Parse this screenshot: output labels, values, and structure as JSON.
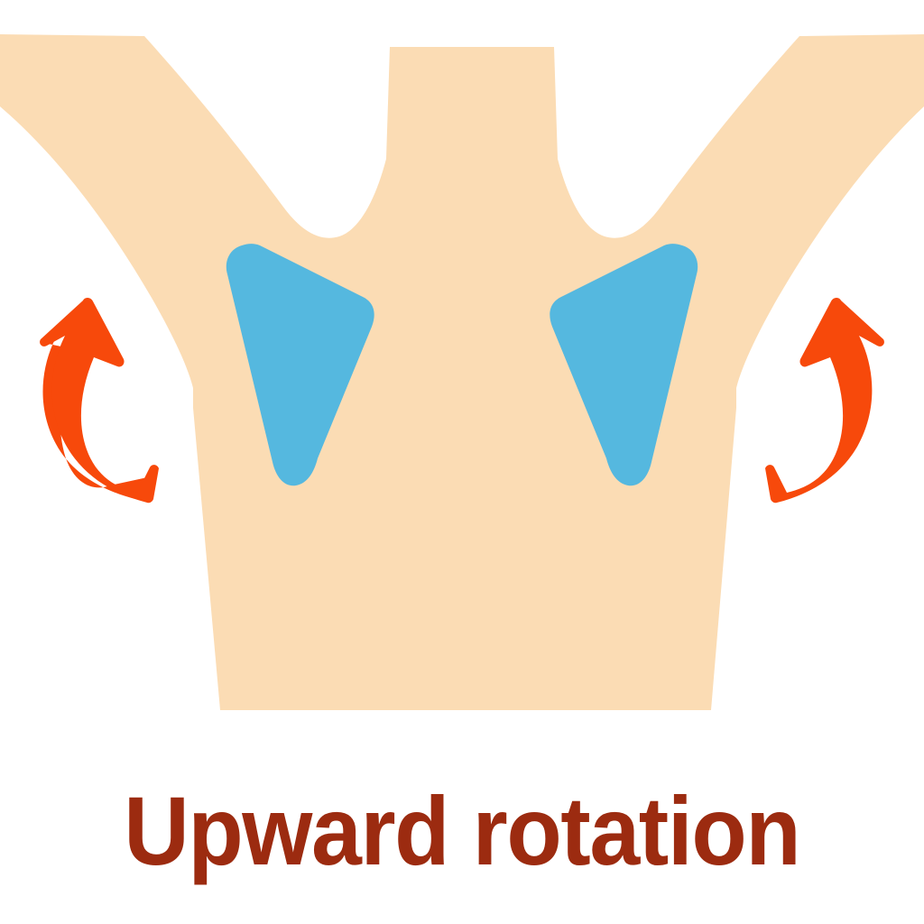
{
  "illustration": {
    "title": "Upward rotation",
    "subject": "scapula-upward-rotation-diagram",
    "view": "posterior-upper-back-with-arms-raised",
    "background_color": "#FFFFFF"
  },
  "caption": {
    "text": "Upward rotation",
    "color": "#9C2B10"
  },
  "palette": {
    "skin": "#FBDCB4",
    "scapula_blue": "#55B8DF",
    "arrow_orange": "#F7490B",
    "caption_brown": "#9C2B10",
    "background": "#FFFFFF"
  },
  "body": {
    "name": "torso-and-arms-silhouette",
    "color": "#FBDCB4",
    "parts": [
      {
        "name": "neck",
        "color": "#FBDCB4"
      },
      {
        "name": "left-arm-raised",
        "color": "#FBDCB4"
      },
      {
        "name": "right-arm-raised",
        "color": "#FBDCB4"
      },
      {
        "name": "torso",
        "color": "#FBDCB4"
      }
    ]
  },
  "scapulae": [
    {
      "name": "left-scapula",
      "side": "left",
      "color": "#55B8DF",
      "shape": "rounded-triangle",
      "orientation": "apex-down-lateral-border-medial"
    },
    {
      "name": "right-scapula",
      "side": "right",
      "color": "#55B8DF",
      "shape": "rounded-triangle",
      "orientation": "apex-down-lateral-border-medial"
    }
  ],
  "arrows": [
    {
      "name": "left-rotation-arrow",
      "side": "left",
      "color": "#F7490B",
      "direction": "curved-upward-counterclockwise",
      "points_to": "up-left"
    },
    {
      "name": "right-rotation-arrow",
      "side": "right",
      "color": "#F7490B",
      "direction": "curved-upward-clockwise",
      "points_to": "up-right"
    }
  ]
}
